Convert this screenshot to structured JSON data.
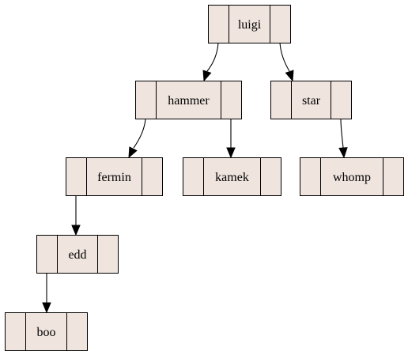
{
  "diagram": {
    "type": "binary-tree",
    "nodes": [
      {
        "id": "luigi",
        "label": "luigi"
      },
      {
        "id": "hammer",
        "label": "hammer"
      },
      {
        "id": "star",
        "label": "star"
      },
      {
        "id": "fermin",
        "label": "fermin"
      },
      {
        "id": "kamek",
        "label": "kamek"
      },
      {
        "id": "whomp",
        "label": "whomp"
      },
      {
        "id": "edd",
        "label": "edd"
      },
      {
        "id": "boo",
        "label": "boo"
      }
    ],
    "edges": [
      {
        "from": "luigi",
        "to": "hammer",
        "side": "left"
      },
      {
        "from": "luigi",
        "to": "star",
        "side": "right"
      },
      {
        "from": "hammer",
        "to": "fermin",
        "side": "left"
      },
      {
        "from": "hammer",
        "to": "kamek",
        "side": "right"
      },
      {
        "from": "star",
        "to": "whomp",
        "side": "right"
      },
      {
        "from": "fermin",
        "to": "edd",
        "side": "left"
      },
      {
        "from": "edd",
        "to": "boo",
        "side": "left"
      }
    ],
    "colors": {
      "node_fill": "#efe4de",
      "stroke": "#000000",
      "text": "#000000",
      "background": "#ffffff"
    }
  }
}
